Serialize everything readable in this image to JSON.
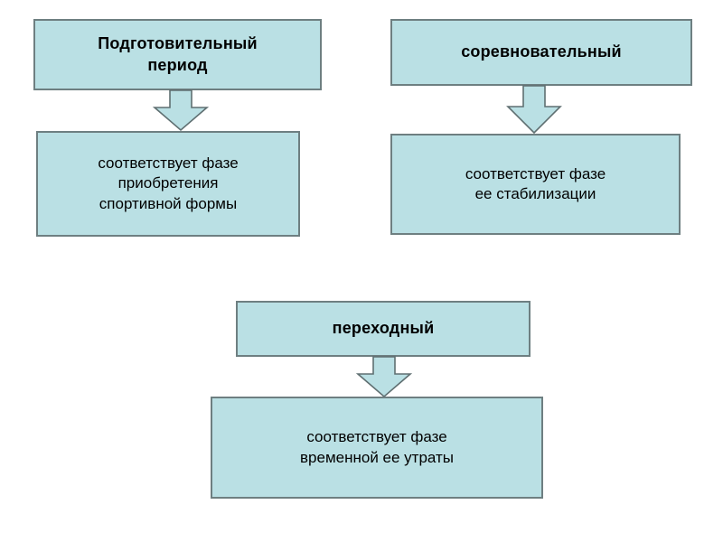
{
  "diagram": {
    "background_color": "#ffffff",
    "node_fill_color": "#bae0e4",
    "node_border_color": "#6e7f81",
    "text_color": "#000000",
    "arrow_icon_name": "down-block-arrow-icon",
    "nodes": [
      {
        "id": "preparatory-period",
        "label": "Подготовительный\nпериод",
        "style": "title"
      },
      {
        "id": "preparatory-period-description",
        "label": "соответствует фазе\nприобретения\nспортивной формы",
        "style": "body"
      },
      {
        "id": "competitive-period",
        "label": "соревновательный",
        "style": "title"
      },
      {
        "id": "competitive-period-description",
        "label": "соответствует фазе\nее стабилизации",
        "style": "body"
      },
      {
        "id": "transitional-period",
        "label": "переходный",
        "style": "title"
      },
      {
        "id": "transitional-period-description",
        "label": "соответствует фазе\nвременной ее утраты",
        "style": "body"
      }
    ],
    "connectors": [
      {
        "id": "preparatory-connector",
        "from": "preparatory-period",
        "to": "preparatory-period-description"
      },
      {
        "id": "competitive-connector",
        "from": "competitive-period",
        "to": "competitive-period-description"
      },
      {
        "id": "transitional-connector",
        "from": "transitional-period",
        "to": "transitional-period-description"
      }
    ]
  }
}
